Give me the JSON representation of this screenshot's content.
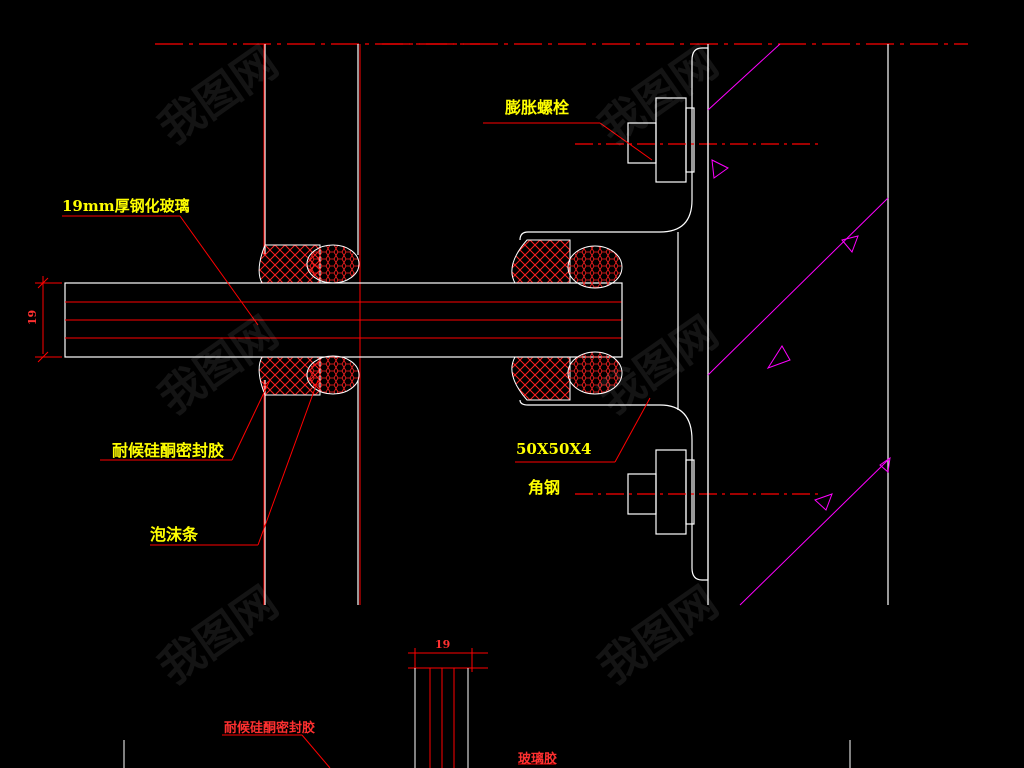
{
  "labels": {
    "expansion_bolt": "膨胀螺栓",
    "tempered_glass": "19mm厚钢化玻璃",
    "silicone_sealant": "耐候硅酮密封胶",
    "foam_strip": "泡沫条",
    "angle_size": "50X50X4",
    "angle_steel": "角钢",
    "bottom_sealant": "耐候硅酮密封胶",
    "bottom_glass_glue": "玻璃胶"
  },
  "dimensions": {
    "glass_thickness_side": "19",
    "glass_thickness_top": "19"
  },
  "colors": {
    "background": "#000000",
    "structure_line": "#ffffff",
    "section_line": "#ff0000",
    "annotation_text": "#ffff00",
    "concrete_hatch": "#ff00ff"
  },
  "watermark": "我图网"
}
